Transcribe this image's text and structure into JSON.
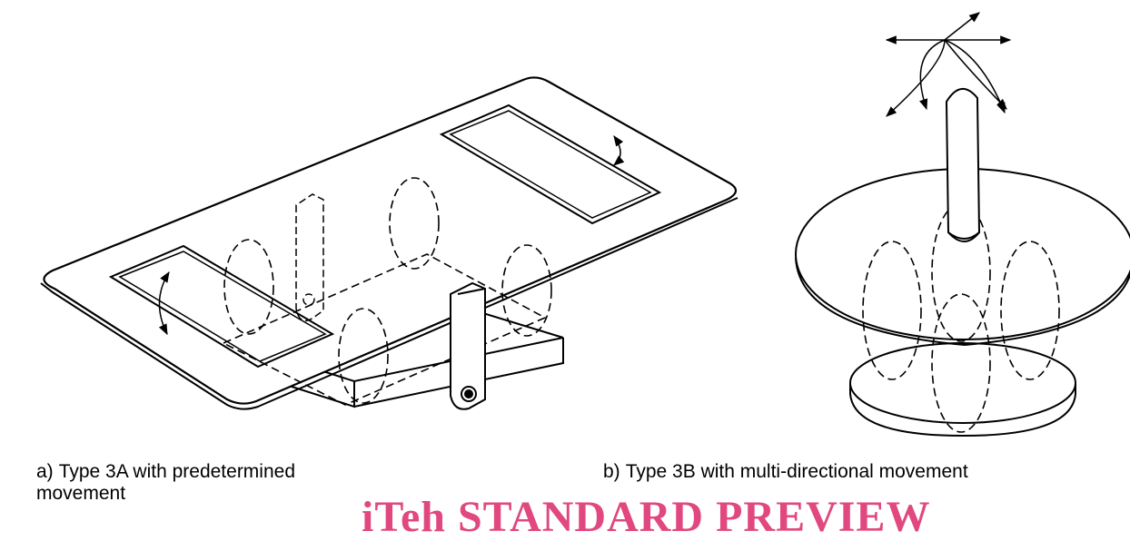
{
  "captions": {
    "a_label": "a)",
    "a_text": "Type 3A with predetermined movement",
    "b_label": "b)",
    "b_text": "Type 3B with multi-directional movement"
  },
  "watermark": "iTeh STANDARD PREVIEW",
  "colors": {
    "line": "#000000",
    "watermark": "#e0487f",
    "background": "#ffffff"
  }
}
